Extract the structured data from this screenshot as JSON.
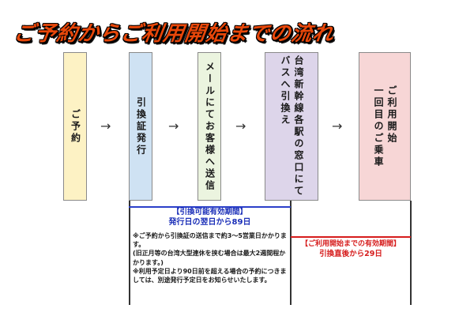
{
  "title": "ご予約からご利用開始までの流れ",
  "steps": [
    {
      "label": "ご予約"
    },
    {
      "label": "引換証発行"
    },
    {
      "label": "メールにてお客様へ送信"
    },
    {
      "label_line1": "台湾新幹線各駅の窓口にて",
      "label_line2": "バスへ引換え"
    },
    {
      "label_line1": "ご利用開始",
      "label_line2": "一回目のご乗車"
    }
  ],
  "arrow": "→",
  "validity_voucher": {
    "heading": "【引換可能有効期間】",
    "period": "発行日の翌日から89日",
    "note1": "※ご予約から引換証の送信まで約3～5営業日かかります。",
    "note2": "(旧正月等の台湾大型連休を挟む場合は最大2週間程かかります。)",
    "note3": "※利用予定日より90日前を超える場合の予約につきましては、別途発行予定日をお知らせいたします。"
  },
  "validity_use": {
    "heading": "【ご利用開始までの有効期間】",
    "period": "引換直後から29日"
  },
  "colors": {
    "title": "#e8470a",
    "step1": "#fdf2c4",
    "step2": "#cfe2f3",
    "step3": "#ebf4df",
    "step4": "#ddd5ea",
    "step5": "#f7d6d6",
    "blue_text": "#1b2fb8",
    "red_text": "#d61c1c"
  }
}
